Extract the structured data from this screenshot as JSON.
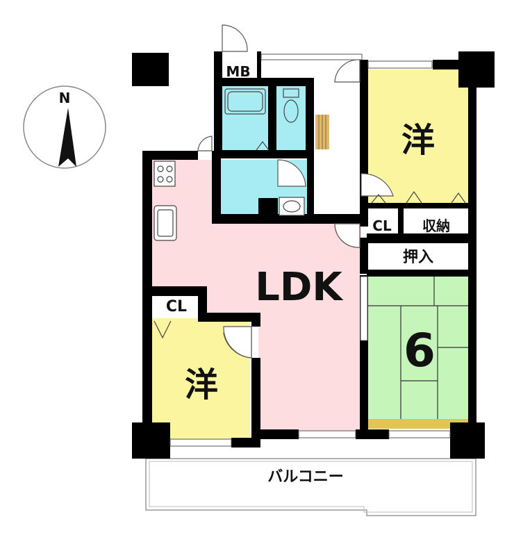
{
  "compass": {
    "north_label": "N"
  },
  "rooms": {
    "ldk": {
      "label": "LDK",
      "color": "#fddde0"
    },
    "western_east": {
      "label": "洋",
      "color": "#fbf5a0"
    },
    "western_west": {
      "label": "洋",
      "color": "#fbf5a0"
    },
    "tatami": {
      "label": "6",
      "color": "#c5f5b8"
    },
    "bath": {
      "color": "#a7ecf2"
    },
    "toilet": {
      "color": "#a7ecf2"
    },
    "washroom": {
      "color": "#a7ecf2"
    }
  },
  "storage": {
    "mb": "MB",
    "cl_east": "CL",
    "shuno": "収納",
    "oshiire": "押入",
    "cl_west": "CL"
  },
  "balcony": {
    "label": "バルコニー"
  },
  "colors": {
    "wall": "#000000",
    "tatami_edge": "#e2c44f",
    "step": "#e0b870"
  }
}
